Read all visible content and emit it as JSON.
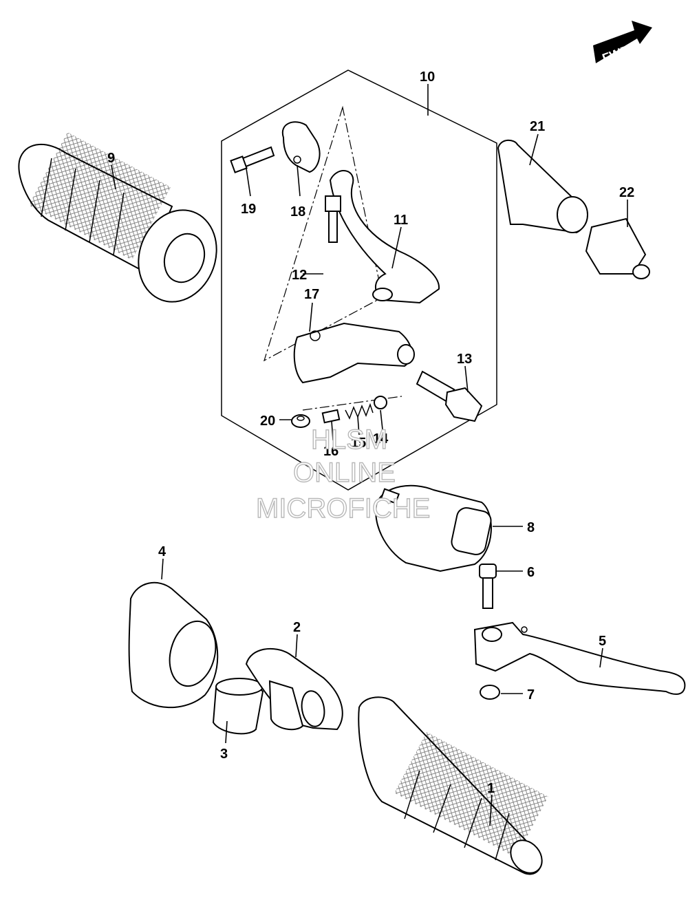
{
  "fwd_label": "FWD",
  "callouts": [
    {
      "id": "1",
      "text": "1"
    },
    {
      "id": "2",
      "text": "2"
    },
    {
      "id": "3",
      "text": "3"
    },
    {
      "id": "4",
      "text": "4"
    },
    {
      "id": "5",
      "text": "5"
    },
    {
      "id": "6",
      "text": "6"
    },
    {
      "id": "7",
      "text": "7"
    },
    {
      "id": "8",
      "text": "8"
    },
    {
      "id": "9",
      "text": "9"
    },
    {
      "id": "10",
      "text": "10"
    },
    {
      "id": "11",
      "text": "11"
    },
    {
      "id": "12",
      "text": "12"
    },
    {
      "id": "13",
      "text": "13"
    },
    {
      "id": "14",
      "text": "14"
    },
    {
      "id": "15",
      "text": "15"
    },
    {
      "id": "16",
      "text": "16"
    },
    {
      "id": "17",
      "text": "17"
    },
    {
      "id": "18",
      "text": "18"
    },
    {
      "id": "19",
      "text": "19"
    },
    {
      "id": "20",
      "text": "20"
    },
    {
      "id": "21",
      "text": "21"
    },
    {
      "id": "22",
      "text": "22"
    }
  ],
  "watermark": {
    "line1": "HLSM",
    "line2": "ONLINE",
    "line3": "MICROFICHE"
  },
  "colors": {
    "line": "#000000",
    "background": "#ffffff",
    "watermark_stroke": "#b8b8b8"
  }
}
